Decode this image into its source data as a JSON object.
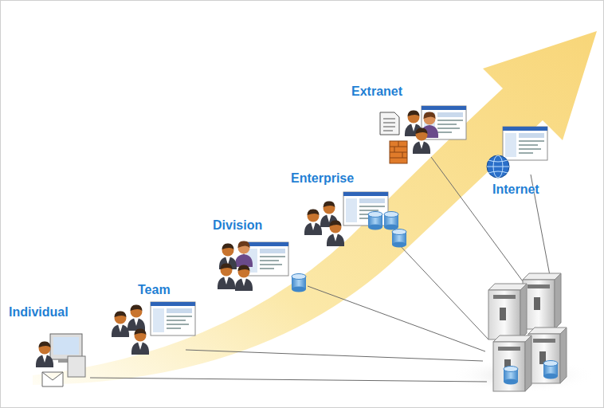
{
  "diagram": {
    "labels": [
      "Individual",
      "Team",
      "Division",
      "Enterprise",
      "Extranet",
      "Internet"
    ]
  }
}
